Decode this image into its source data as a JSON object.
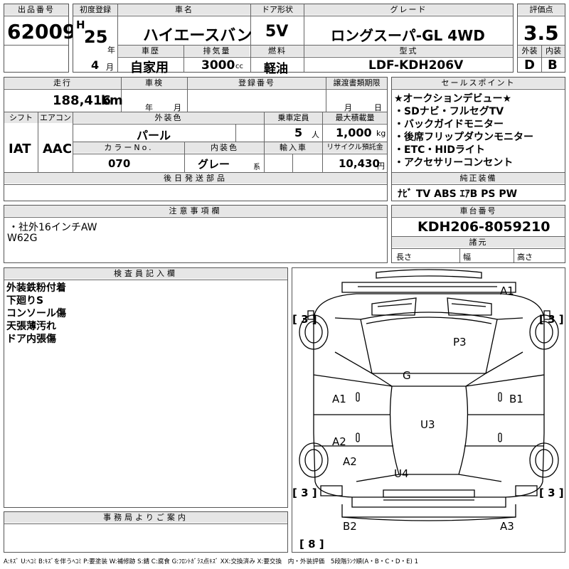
{
  "header": {
    "lot_label": "出品番号",
    "lot_no": "62009",
    "first_reg_label": "初度登録",
    "era": "H",
    "year": "25",
    "year_unit": "年",
    "month": "4",
    "month_unit": "月",
    "car_name_label": "車名",
    "car_name": "ハイエースバン",
    "door_label": "ドア形状",
    "door": "5V",
    "grade_label": "グレード",
    "grade": "ロングスーパ-GL 4WD",
    "score_label": "評価点",
    "score": "3.5",
    "history_label": "車歴",
    "history": "自家用",
    "disp_label": "排気量",
    "disp": "3000",
    "disp_unit": "cc",
    "fuel_label": "燃料",
    "fuel": "軽油",
    "model_label": "型式",
    "model": "LDF-KDH206V",
    "ext_label": "外装",
    "ext_grade": "D",
    "int_label": "内装",
    "int_grade": "B"
  },
  "specs": {
    "mileage_label": "走行",
    "mileage": "188,416",
    "mileage_unit": "km",
    "inspection_label": "車検",
    "insp_year": "年",
    "insp_month": "月",
    "reg_label": "登録番号",
    "transfer_label": "譲渡書類期限",
    "tr_month": "月",
    "tr_day": "日",
    "shift_label": "シフト",
    "shift": "IAT",
    "ac_label": "エアコン",
    "ac": "AAC",
    "color_label": "外装色",
    "color": "パール",
    "capacity_label": "乗車定員",
    "capacity": "5",
    "capacity_unit": "人",
    "load_label": "最大積載量",
    "load": "1,000",
    "load_unit": "kg",
    "color_no_label": "カラーNo.",
    "color_no": "070",
    "int_color_label": "内装色",
    "int_color": "グレー",
    "int_color_unit": "系",
    "import_label": "輸入車",
    "recycle_label": "リサイクル預託金",
    "recycle": "10,430",
    "recycle_unit": "円",
    "later_label": "後日発送部品"
  },
  "sales": {
    "label": "セールスポイント",
    "lines": [
      "★オークションデビュー★",
      "・SDナビ・フルセグTV",
      "・バックガイドモニター",
      "・後席フリップダウンモニター",
      "・ETC・HIDライト",
      "・アクセサリーコンセント"
    ]
  },
  "equipment": {
    "label": "純正装備",
    "items": "ﾅﾋﾞ TV ABS ｴｱB PS PW"
  },
  "notes": {
    "label": "注意事項欄",
    "lines": [
      "・社外16インチAW",
      "W62G"
    ]
  },
  "chassis": {
    "label": "車台番号",
    "number": "KDH206-8059210",
    "dims_label": "諸元",
    "length": "長さ",
    "width": "幅",
    "height": "高さ"
  },
  "inspector": {
    "label": "検査員記入欄",
    "lines": [
      "外装鉄粉付着",
      "下廻りS",
      "コンソール傷",
      "天張薄汚れ",
      "ドア内張傷"
    ]
  },
  "office": {
    "label": "事務局よりご案内"
  },
  "diagram": {
    "marks": {
      "a1_top": "A1",
      "p3": "P3",
      "g": "G",
      "a1_left": "A1",
      "b1": "B1",
      "u3": "U3",
      "a2_left": "A2",
      "a2_lower": "A2",
      "u4": "U4",
      "b2": "B2",
      "a3": "A3"
    },
    "tires": {
      "fl": "[ 3 ]",
      "fr": "[ 3 ]",
      "rl": "[ 3 ]",
      "rr": "[ 3 ]",
      "spare": "[ 8 ]"
    }
  },
  "legend": "A:ｷｽﾞ U:ﾍｺﾐ B:ｷｽﾞを伴うﾍｺﾐ P:要塗装 W:補修跡 S:錆 C:腐食 G:ﾌﾛﾝﾄｶﾞﾗｽ点ｷｽﾞ XX:交換済み X:要交換　内・外装評価　5段階ﾗﾝｸ順(A・B・C・D・E) 1"
}
